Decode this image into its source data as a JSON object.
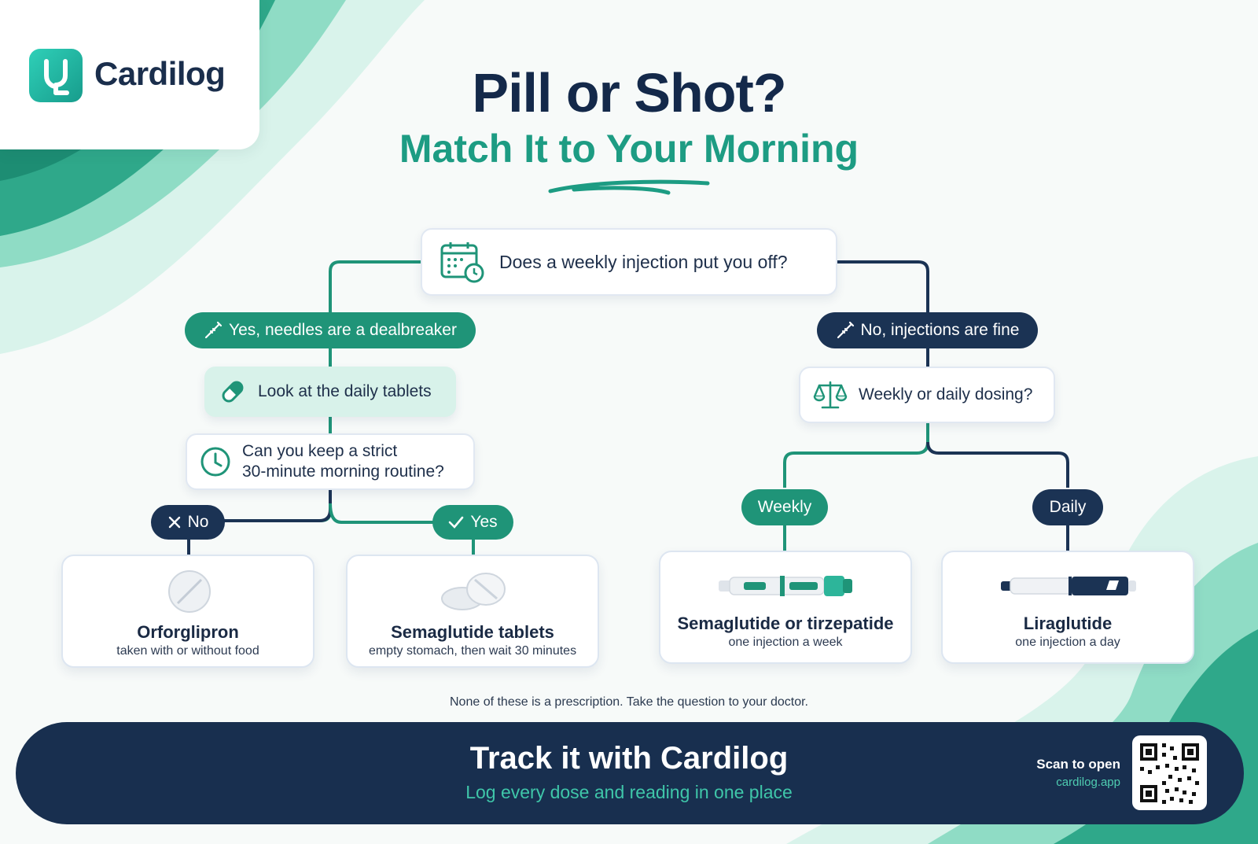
{
  "brand": {
    "name": "Cardilog"
  },
  "header": {
    "title": "Pill or Shot?",
    "subtitle": "Match It to Your Morning"
  },
  "flow": {
    "root_question": "Does a weekly injection put you off?",
    "yes_branch": {
      "label": "Yes, needles are a dealbreaker",
      "step": "Look at the daily tablets",
      "question_line1": "Can you keep a strict",
      "question_line2": "30-minute morning routine?",
      "no_label": "No",
      "yes_label": "Yes",
      "results": [
        {
          "title": "Orforglipron",
          "subtitle": "taken with or without food"
        },
        {
          "title": "Semaglutide tablets",
          "subtitle": "empty stomach, then wait 30 minutes"
        }
      ]
    },
    "no_branch": {
      "label": "No, injections are fine",
      "question": "Weekly or daily dosing?",
      "weekly_label": "Weekly",
      "daily_label": "Daily",
      "results": [
        {
          "title": "Semaglutide or tirzepatide",
          "subtitle": "one injection a week"
        },
        {
          "title": "Liraglutide",
          "subtitle": "one injection a day"
        }
      ]
    }
  },
  "disclaimer": "None of these is a prescription. Take the question to your doctor.",
  "footer": {
    "title": "Track it with Cardilog",
    "subtitle": "Log every dose and reading in one place",
    "scan_label": "Scan to open",
    "scan_url": "cardilog.app"
  },
  "colors": {
    "teal": "#1f9478",
    "navy": "#1b3354",
    "mint": "#d8f2ea"
  },
  "icons": [
    "calendar-clock-icon",
    "syringe-icon",
    "capsule-icon",
    "clock-icon",
    "balance-scale-icon",
    "close-icon",
    "check-icon",
    "tablet-icon",
    "injection-pen-icon",
    "qr-code-icon"
  ]
}
